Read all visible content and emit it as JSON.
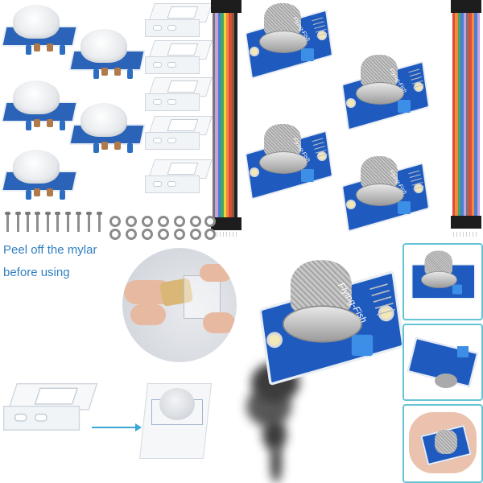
{
  "product_image": {
    "description_items": [
      {
        "name": "pir-motion-sensor",
        "count": 5
      },
      {
        "name": "acrylic-bracket",
        "count": 5
      },
      {
        "name": "dupont-jumper-cable",
        "count": 2
      },
      {
        "name": "mq-gas-sensor-module",
        "count": 5
      },
      {
        "name": "screw",
        "count": 10
      },
      {
        "name": "washer",
        "count": 14
      }
    ],
    "board_label": "Flying-Fish",
    "instruction_text": {
      "line1": "Peel off the mylar",
      "line2": "before using"
    },
    "colors": {
      "text_accent": "#2f7fc1",
      "inset_border": "#66c3d6",
      "board_blue": "#1f5bbf",
      "arrow": "#3aa6d6"
    },
    "insets": [
      {
        "name": "mq-sensor-top-view"
      },
      {
        "name": "mq-sensor-bottom-view"
      },
      {
        "name": "mq-sensor-in-hand"
      }
    ]
  }
}
